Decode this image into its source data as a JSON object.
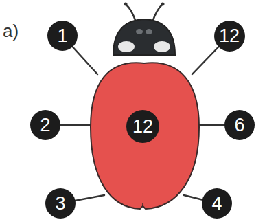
{
  "diagram": {
    "nodes": [
      {
        "text": [
          "1"
        ]
      },
      {
        "text": [
          "12"
        ]
      },
      {
        "text": [
          "2"
        ]
      },
      {
        "text": [
          "12"
        ]
      },
      {
        "text": [
          "6"
        ]
      },
      {
        "text": [
          "3"
        ]
      },
      {
        "text": [
          "4"
        ]
      }
    ],
    "labels": [
      "a)"
    ]
  }
}
